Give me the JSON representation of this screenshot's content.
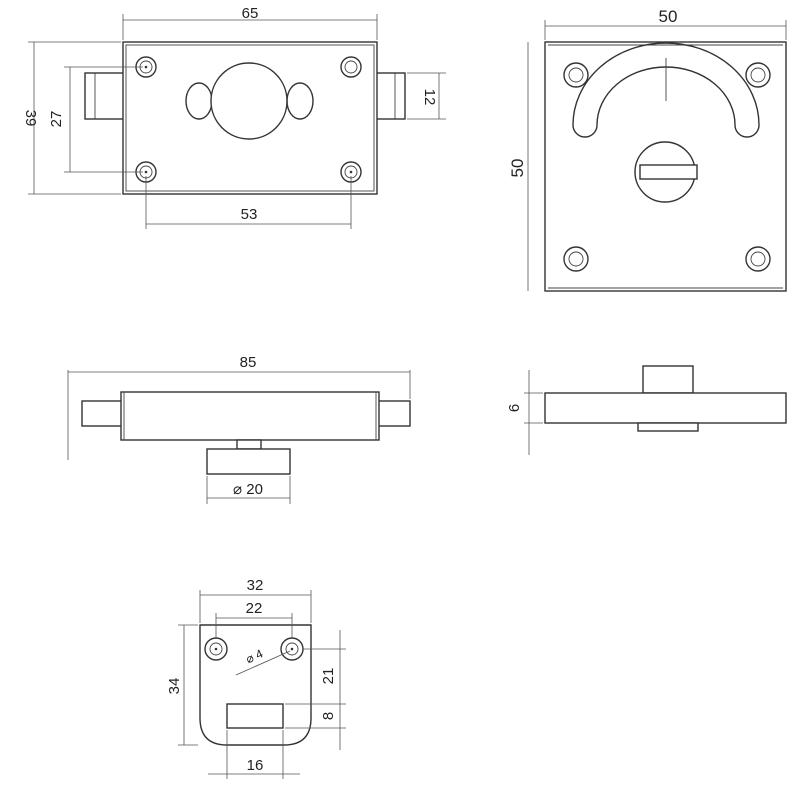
{
  "views": {
    "lock_front": {
      "dims": {
        "width": "65",
        "height": "39",
        "bolt_spacing": "27",
        "bolt_height": "12",
        "hole_spacing": "53"
      }
    },
    "indicator_front": {
      "dims": {
        "width": "50",
        "height": "50"
      }
    },
    "lock_side": {
      "dims": {
        "length": "85",
        "knob_diameter": "⌀ 20"
      }
    },
    "indicator_side": {
      "dims": {
        "thickness": "6"
      }
    },
    "keeper": {
      "dims": {
        "width": "32",
        "hole_spacing": "22",
        "hole_diameter": "⌀ 4",
        "height": "34",
        "hole_to_slot": "21",
        "slot_height": "8",
        "slot_width": "16"
      }
    }
  },
  "colors": {
    "line": "#333333",
    "background": "#ffffff"
  }
}
